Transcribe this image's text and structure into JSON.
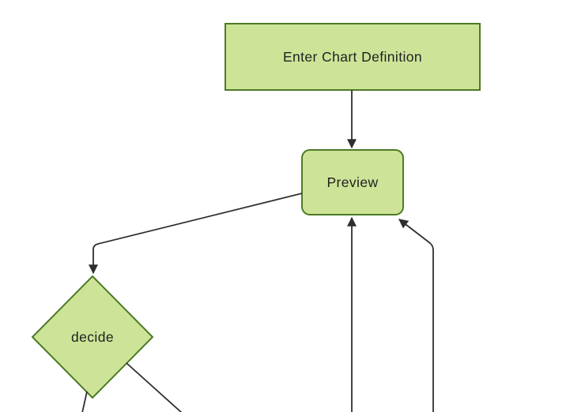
{
  "colors": {
    "background": "#ffffff",
    "node_fill": "#cde498",
    "node_border": "#4d7a25",
    "edge": "#2f2f2f",
    "text": "#212121"
  },
  "diagram": {
    "type": "flowchart",
    "direction": "top-down",
    "nodes": [
      {
        "id": "enter-chart-definition",
        "label": "Enter Chart Definition",
        "shape": "rectangle"
      },
      {
        "id": "preview",
        "label": "Preview",
        "shape": "rounded-rectangle"
      },
      {
        "id": "decide",
        "label": "decide",
        "shape": "diamond"
      }
    ],
    "edges": [
      {
        "from": "enter-chart-definition",
        "to": "preview",
        "arrowhead_visible": true
      },
      {
        "from": "preview",
        "to": "decide",
        "arrowhead_visible": true
      },
      {
        "from": "offscreen-bottom-1",
        "to": "preview",
        "arrowhead_visible": true
      },
      {
        "from": "offscreen-bottom-2",
        "to": "preview",
        "arrowhead_visible": true
      },
      {
        "from": "decide",
        "to": "offscreen-bottom-1",
        "arrowhead_visible": false
      },
      {
        "from": "decide",
        "to": "offscreen-bottom-2",
        "arrowhead_visible": false
      }
    ],
    "icons": {
      "arrowhead": "solid-triangle"
    }
  }
}
